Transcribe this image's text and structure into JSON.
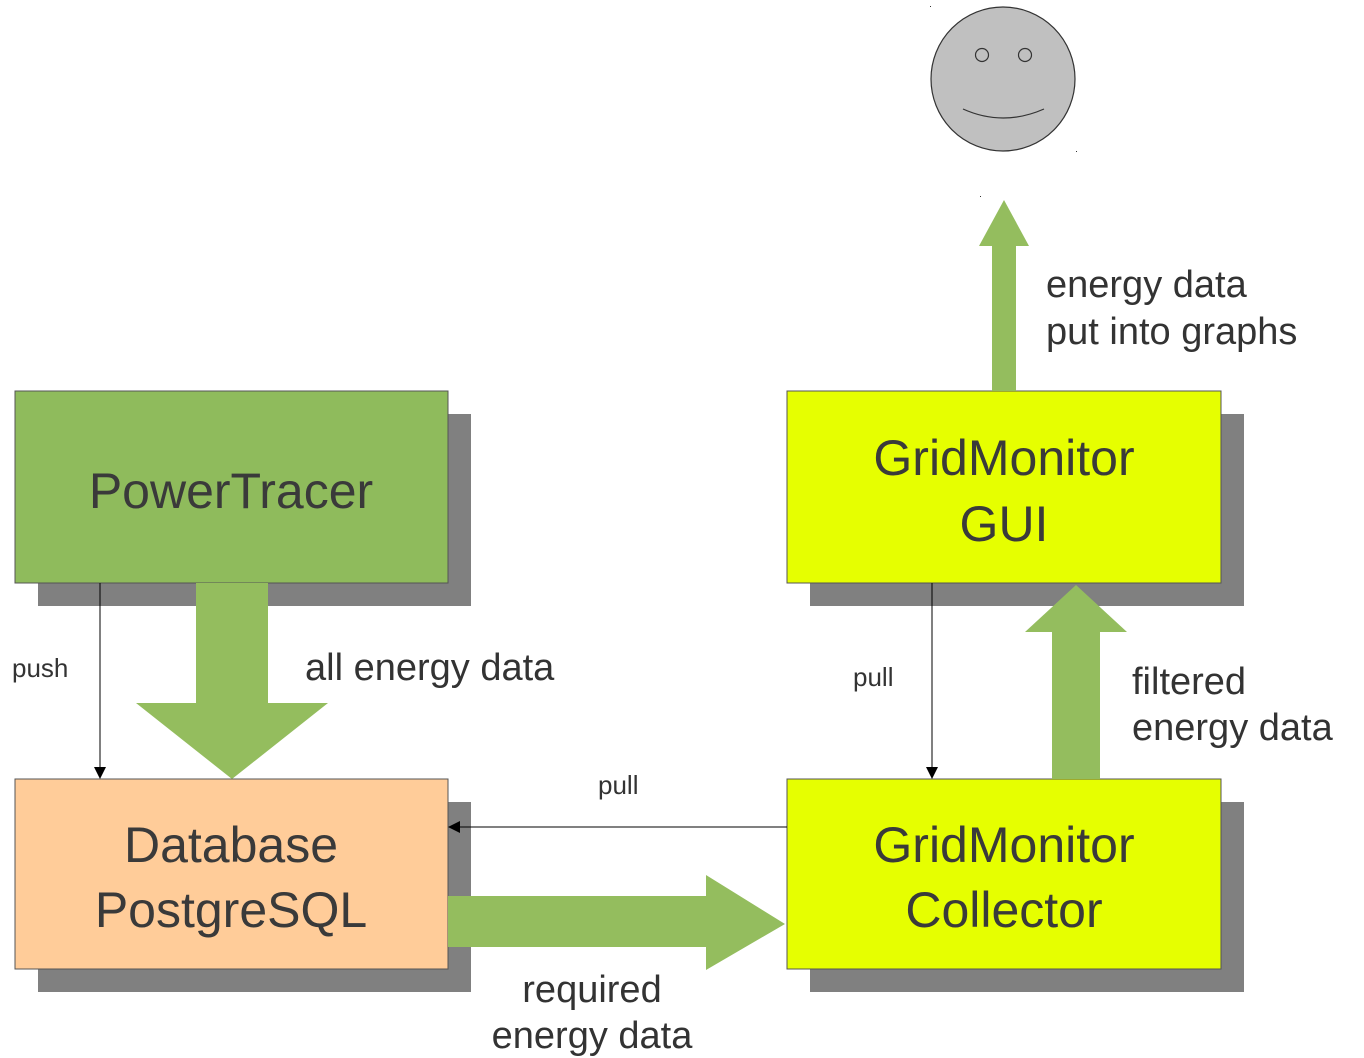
{
  "nodes": {
    "powertracer": {
      "line1": "PowerTracer"
    },
    "database": {
      "line1": "Database",
      "line2": "PostgreSQL"
    },
    "gui": {
      "line1": "GridMonitor",
      "line2": "GUI"
    },
    "collector": {
      "line1": "GridMonitor",
      "line2": "Collector"
    }
  },
  "edges": {
    "push": "push",
    "all_energy": "all energy data",
    "pull_db": "pull",
    "required_l1": "required",
    "required_l2": "energy data",
    "pull_gui": "pull",
    "filtered_l1": "filtered",
    "filtered_l2": "energy data",
    "graphs_l1": "energy data",
    "graphs_l2": "put into graphs"
  },
  "colors": {
    "green_box": "#8fbb5c",
    "green_arrow": "#94bd5e",
    "db_box": "#ffcc99",
    "yellow_box": "#e6ff00",
    "shadow": "#808080",
    "user": "#c0c0c0"
  }
}
